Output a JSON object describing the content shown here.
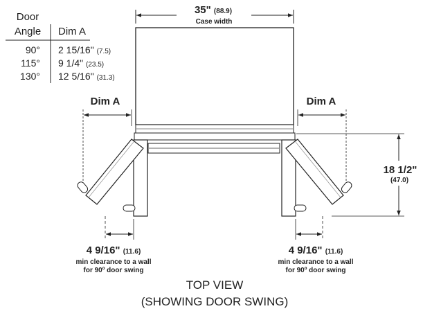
{
  "table": {
    "header_door": "Door",
    "header_angle": "Angle",
    "header_dim": "Dim A",
    "rows": [
      {
        "angle": "90°",
        "dim": "2 15/16\"",
        "metric": "(7.5)"
      },
      {
        "angle": "115°",
        "dim": "9 1/4\"",
        "metric": "(23.5)"
      },
      {
        "angle": "130°",
        "dim": "12 5/16\"",
        "metric": "(31.3)"
      }
    ]
  },
  "case_width": {
    "value": "35\"",
    "metric": "(88.9)",
    "label": "Case width"
  },
  "dim_a_left": "Dim A",
  "dim_a_right": "Dim A",
  "depth": {
    "value": "18 1/2\"",
    "metric": "(47.0)"
  },
  "clearance_left": {
    "value": "4 9/16\"",
    "metric": "(11.6)",
    "line1": "min clearance to a wall",
    "line2": "for 90º door swing"
  },
  "clearance_right": {
    "value": "4 9/16\"",
    "metric": "(11.6)",
    "line1": "min clearance to a wall",
    "line2": "for 90º door swing"
  },
  "caption": {
    "line1": "TOP VIEW",
    "line2": "(SHOWING DOOR SWING)"
  }
}
